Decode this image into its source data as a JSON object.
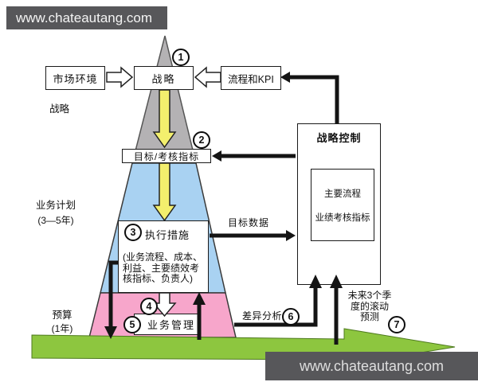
{
  "banners": {
    "top": "www.chateautang.com",
    "bottom": "www.chateautang.com"
  },
  "diagram": {
    "boxes": {
      "market_env": {
        "label": "市场环境"
      },
      "strategy": {
        "label": "战略"
      },
      "process_kpi": {
        "label": "流程和KPI"
      },
      "targets": {
        "label": "目标/考核指标"
      },
      "execution": {
        "title": "执行措施",
        "detail_lines": [
          "(业务流程、成本、",
          "利益、主要绩效考",
          "核指标、负责人)"
        ]
      },
      "biz_mgmt": {
        "label": "业务管理"
      },
      "strategy_control": {
        "title": "战略控制",
        "item1": "主要流程",
        "item2": "业绩考核指标"
      }
    },
    "side_labels": {
      "strategy": "战略",
      "biz_plan": "业务计划",
      "biz_plan_period": "(3—5年)",
      "budget": "预算",
      "budget_period": "(1年)"
    },
    "flow_labels": {
      "target_data": "目标数据",
      "variance_analysis": "差异分析",
      "forecast_line1": "未来3个季",
      "forecast_line2": "度的滚动",
      "forecast_line3": "预测"
    },
    "steps": [
      "1",
      "2",
      "3",
      "4",
      "5",
      "6",
      "7"
    ],
    "colors": {
      "banner_bg": "#57575a",
      "pyramid_gray": "#b4b2b4",
      "pyramid_blue": "#a9d2f2",
      "pyramid_pink": "#f7a6cb",
      "base_green": "#8dc63f",
      "arrow_yellow": "#f3ef6d",
      "arrow_black": "#141414"
    }
  }
}
